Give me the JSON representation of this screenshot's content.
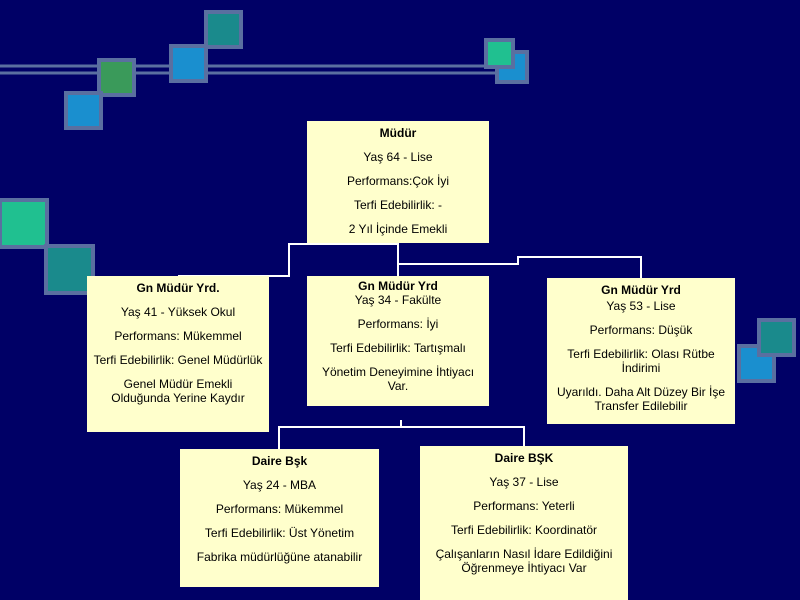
{
  "colors": {
    "background": "#000066",
    "box": "#ffffcc",
    "connector": "#ffffff",
    "deco_border": "#5a6fa0",
    "deco_teal": "#1a8a8c",
    "deco_blue": "#1a8fcf",
    "deco_green": "#3a9a5a",
    "deco_mint": "#20c090"
  },
  "boxes": [
    {
      "title": "Müdür",
      "lines": [
        "Yaş 64 -  Lise",
        "Performans:Çok İyi",
        "Terfi Edebilirlik: -",
        "2 Yıl İçinde Emekli"
      ]
    },
    {
      "title": "Gn Müdür Yrd.",
      "lines": [
        "Yaş 41 - Yüksek Okul",
        "Performans: Mükemmel",
        "Terfi Edebilirlik: Genel Müdürlük",
        "Genel Müdür Emekli Olduğunda Yerine Kaydır"
      ]
    },
    {
      "title": "Gn Müdür Yrd",
      "lines": [
        "Yaş 34 - Fakülte",
        "Performans: İyi",
        "Terfi Edebilirlik: Tartışmalı",
        "Yönetim Deneyimine İhtiyacı Var."
      ]
    },
    {
      "title": "Gn Müdür Yrd",
      "lines": [
        "Yaş 53 - Lise",
        "Performans: Düşük",
        "Terfi Edebilirlik: Olası Rütbe İndirimi",
        "Uyarıldı. Daha Alt Düzey Bir İşe Transfer Edilebilir"
      ]
    },
    {
      "title": "Daire Bşk",
      "lines": [
        "Yaş 24 - MBA",
        "Performans: Mükemmel",
        "Terfi Edebilirlik: Üst Yönetim",
        "Fabrika müdürlüğüne atanabilir"
      ]
    },
    {
      "title": "Daire BŞK",
      "lines": [
        "Yaş 37 - Lise",
        "Performans: Yeterli",
        "Terfi Edebilirlik: Koordinatör",
        "Çalışanların Nasıl İdare Edildiğini Öğrenmeye İhtiyacı Var"
      ]
    }
  ]
}
